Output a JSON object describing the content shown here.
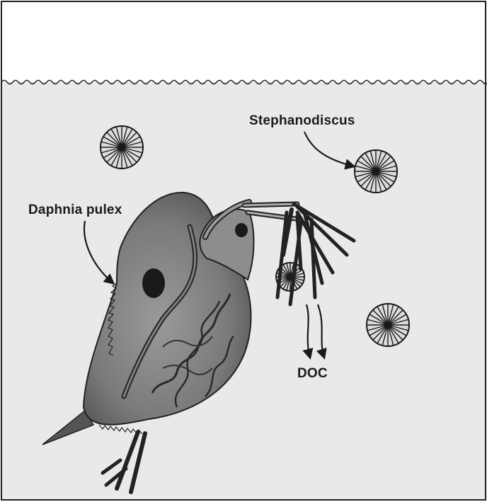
{
  "labels": {
    "daphnia": "Daphnia pulex",
    "stephanodiscus": "Stephanodiscus",
    "doc": "DOC"
  },
  "colors": {
    "water": "#e9e9e9",
    "air": "#ffffff",
    "frame": "#222222",
    "body_fill": "#8a8a8a",
    "body_dark": "#4a4a4a",
    "ink": "#1a1a1a"
  },
  "icons": [
    "diatom-icon",
    "arrow-icon"
  ]
}
